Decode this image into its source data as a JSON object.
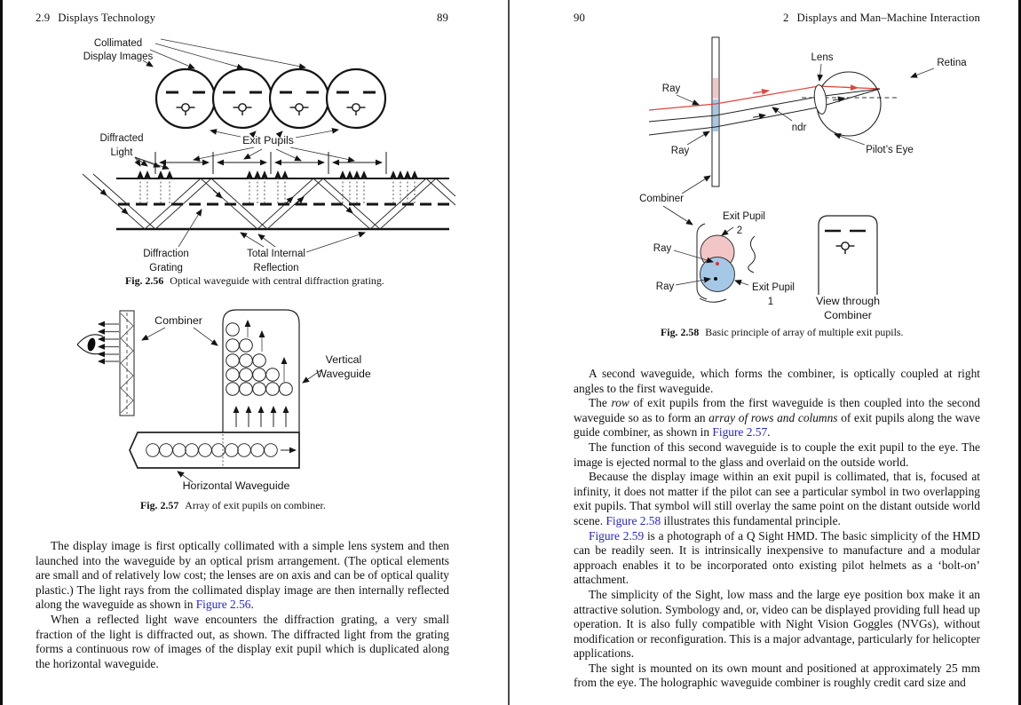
{
  "colors": {
    "link_blue": "#2424cf",
    "exit_pupil_pink": "#f2c6c6",
    "exit_pupil_blue": "#a5c8e6",
    "ray_red": "#e0453c",
    "page_divider": "#4a4a4a"
  },
  "left_page": {
    "header": {
      "section_number": "2.9",
      "section_title": "Displays Technology",
      "page_number": "89"
    },
    "fig256": {
      "labels": {
        "collimated_line1": "Collimated",
        "collimated_line2": "Display Images",
        "diffracted_line1": "Diffracted",
        "diffracted_line2": "Light",
        "exit_pupils": "Exit Pupils",
        "grating_line1": "Diffraction",
        "grating_line2": "Grating",
        "tir_line1": "Total Internal",
        "tir_line2": "Reflection"
      },
      "caption_label": "Fig. 2.56",
      "caption_text": "Optical waveguide with central diffraction grating."
    },
    "fig257": {
      "labels": {
        "combiner": "Combiner",
        "vertical_line1": "Vertical",
        "vertical_line2": "Waveguide",
        "horizontal": "Horizontal Waveguide"
      },
      "caption_label": "Fig. 2.57",
      "caption_text": "Array of exit pupils on combiner."
    },
    "paragraphs": [
      {
        "segments": [
          {
            "t": "The display image is first optically collimated with a simple lens system and then launched into the waveguide by an optical prism arrangement. (The optical elements are small and of relatively low cost; the lenses are on axis and can be of optical quality plastic.) The light rays from the collimated display image are then internally reflected along the waveguide as shown in "
          },
          {
            "t": "Figure 2.56",
            "s": "link"
          },
          {
            "t": "."
          }
        ]
      },
      {
        "segments": [
          {
            "t": "When a reflected light wave encounters the diffraction grating, a very small fraction of the light is diffracted out, as shown. The diffracted light from the grating forms a continuous row of images of the display exit pupil which is duplicated along the horizontal waveguide."
          }
        ]
      }
    ]
  },
  "right_page": {
    "header": {
      "page_number": "90",
      "section_number": "2",
      "section_title": "Displays and Man–Machine Interaction"
    },
    "fig258": {
      "labels": {
        "lens": "Lens",
        "retina": "Retina",
        "ray_top": "Ray",
        "ray_mid": "Ray",
        "ndr": "ndr",
        "pilots_eye": "Pilot’s Eye",
        "combiner": "Combiner",
        "exit_pupil2_line1": "Exit Pupil",
        "exit_pupil2_num": "2",
        "ray_inner_top": "Ray",
        "ray_inner_bottom": "Ray",
        "exit_pupil1_line1": "Exit Pupil",
        "exit_pupil1_num": "1",
        "view_line1": "View through",
        "view_line2": "Combiner"
      },
      "caption_label": "Fig. 2.58",
      "caption_text": "Basic principle of array of multiple exit pupils."
    },
    "paragraphs": [
      {
        "segments": [
          {
            "t": "A second waveguide, which forms the combiner, is optically coupled at right angles to the first waveguide."
          }
        ]
      },
      {
        "segments": [
          {
            "t": "The "
          },
          {
            "t": "row",
            "s": "italic"
          },
          {
            "t": " of exit pupils from the first waveguide is then coupled into the second waveguide so as to form an "
          },
          {
            "t": "array of rows and columns",
            "s": "italic"
          },
          {
            "t": " of exit pupils along the wave guide combiner, as shown in "
          },
          {
            "t": "Figure 2.57",
            "s": "link"
          },
          {
            "t": "."
          }
        ]
      },
      {
        "segments": [
          {
            "t": "The function of this second waveguide is to couple the exit pupil to the eye. The image is ejected normal to the glass and overlaid on the outside world."
          }
        ]
      },
      {
        "segments": [
          {
            "t": "Because the display image within an exit pupil is collimated, that is, focused at infinity, it does not matter if the pilot can see a particular symbol in two overlapping exit pupils. That symbol will still overlay the same point on the distant outside world scene. "
          },
          {
            "t": "Figure 2.58",
            "s": "link"
          },
          {
            "t": " illustrates this fundamental principle."
          }
        ]
      },
      {
        "segments": [
          {
            "t": "Figure 2.59",
            "s": "link"
          },
          {
            "t": " is a photograph of a Q Sight HMD. The basic simplicity of the HMD can be readily seen. It is intrinsically inexpensive to manufacture and a modular approach enables it to be incorporated onto existing pilot helmets as a ‘bolt-on’ attachment."
          }
        ]
      },
      {
        "segments": [
          {
            "t": "The simplicity of the Sight, low mass and the large eye position box make it an attractive solution. Symbology and, or, video can be displayed providing full head up operation. It is also fully compatible with Night Vision Goggles (NVGs), without modification or reconfiguration. This is a major advantage, particularly for helicopter applications."
          }
        ]
      },
      {
        "segments": [
          {
            "t": "The sight is mounted on its own mount and positioned at approximately 25 mm from the eye. The holographic waveguide combiner is roughly credit card size and"
          }
        ]
      }
    ]
  }
}
